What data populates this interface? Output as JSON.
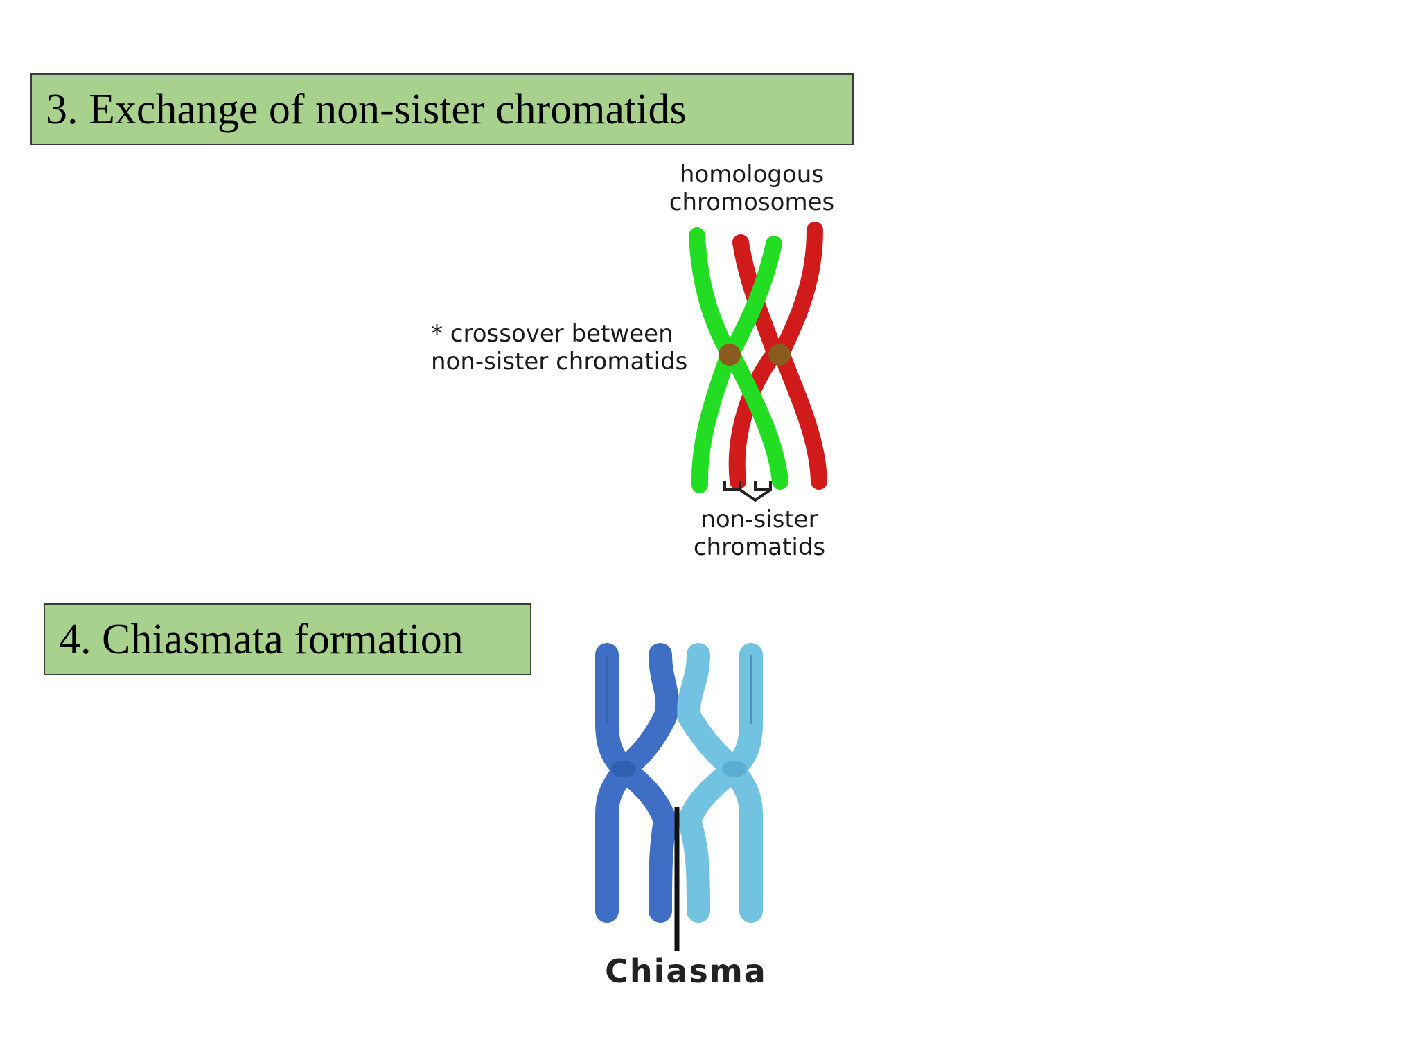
{
  "slide": {
    "heading_3": "3. Exchange of non-sister chromatids",
    "heading_4": "4. Chiasmata formation"
  },
  "crossover_diagram": {
    "label_top_line1": "homologous",
    "label_top_line2": "chromosomes",
    "label_left_line1": "* crossover between",
    "label_left_line2": "non-sister chromatids",
    "label_bottom_line1": "non-sister",
    "label_bottom_line2": "chromatids",
    "colors": {
      "chromosome_a": "#22dd22",
      "chromosome_b": "#d11a1a",
      "centromere": "#8a5a1e"
    }
  },
  "chiasma_diagram": {
    "label": "Chiasma",
    "colors": {
      "dark_blue": "#3e6fc4",
      "light_blue": "#72c2e2",
      "pointer": "#111111"
    }
  }
}
